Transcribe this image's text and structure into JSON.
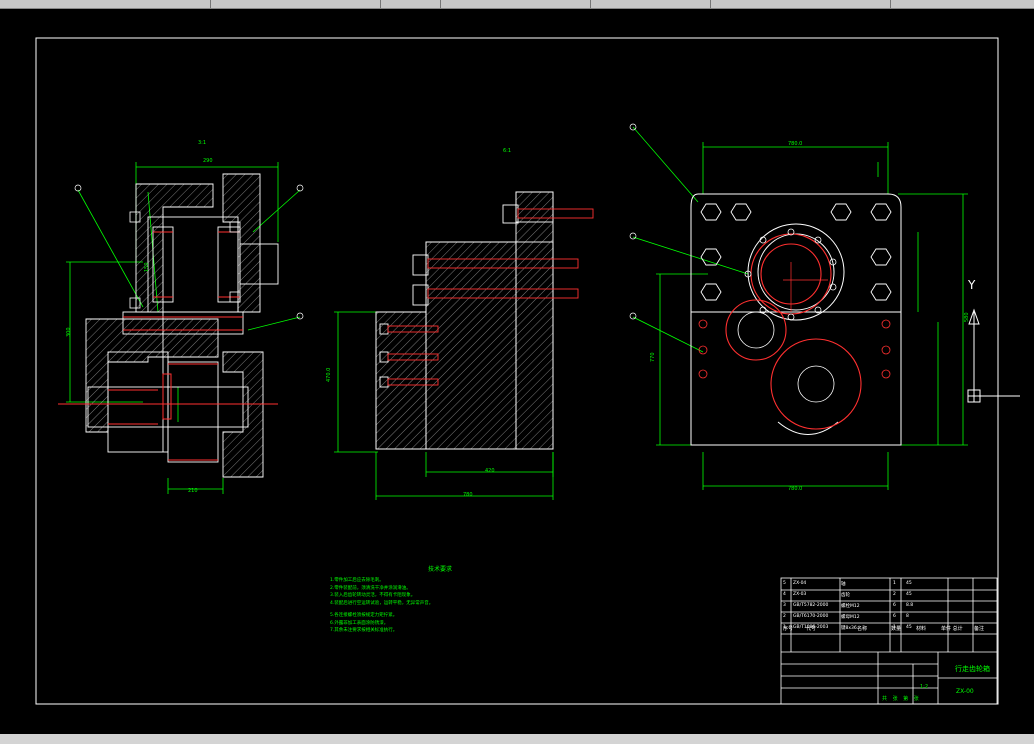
{
  "window": {
    "title": ""
  },
  "tech_requirements": {
    "heading": "技术要求",
    "lines": [
      "1.零件加工后应去除毛刺。",
      "2.零件装配前，须清洗干净并涂润滑油。",
      "3.装入后齿轮转动灵活，不得有卡阻现象。",
      "4.装配后进行空运转试验，运转平稳，无异常声音。",
      "5.各连接螺栓须按规定力矩拧紧。",
      "6.外露非加工表面涂防锈漆。",
      "7.其余未注要求按相关标准执行。"
    ]
  },
  "title_block": {
    "parts_rows": [
      [
        "5",
        "ZX-04",
        "轴",
        "1",
        "45"
      ],
      [
        "4",
        "ZX-03",
        "齿轮",
        "2",
        "45"
      ],
      [
        "3",
        "GB/T5782-2000",
        "螺栓M12",
        "6",
        "8.8"
      ],
      [
        "2",
        "GB/T6170-2000",
        "螺母M12",
        "6",
        "8"
      ],
      [
        "1",
        "GB/T1096-2003",
        "键8x36",
        "1",
        "45"
      ]
    ],
    "header": {
      "seq": "序号",
      "code": "代号",
      "name": "名称",
      "qty": "数量",
      "material": "材料",
      "weight": "单件 总计",
      "remark": "备注"
    },
    "drawing_name": "行走齿轮箱",
    "drawing_code": "ZX-00",
    "scale": "1:2",
    "sheet": "共 张 第 张"
  },
  "ucs_icon": {
    "y_label": "Y"
  }
}
